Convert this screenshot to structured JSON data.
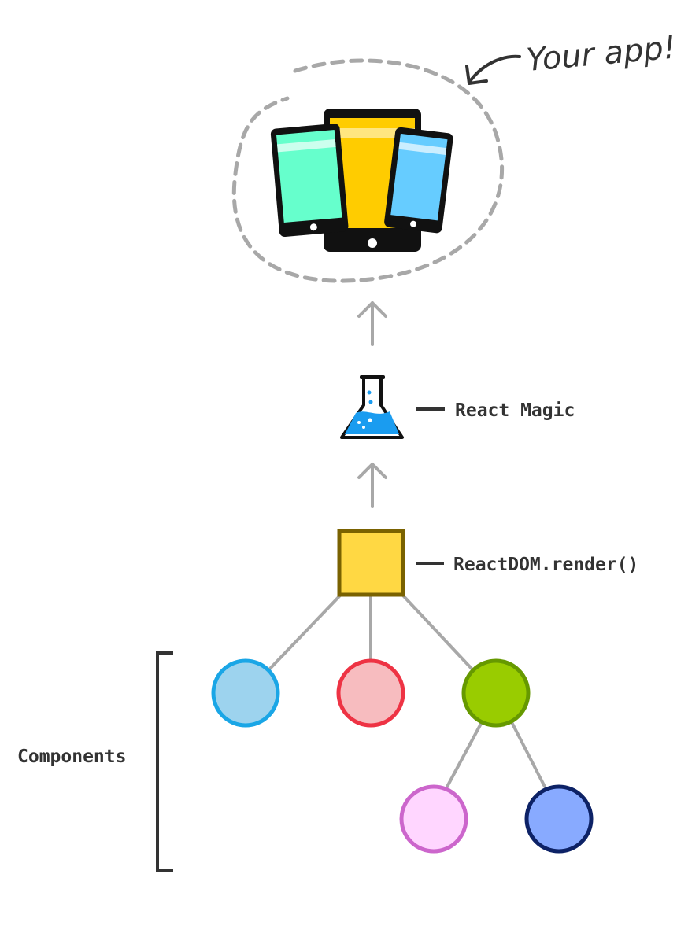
{
  "labels": {
    "your_app": "Your app!",
    "react_magic": "React Magic",
    "render_call": "ReactDOM.render()",
    "components": "Components"
  },
  "icons": {
    "app": "devices-icon",
    "magic": "flask-icon",
    "root": "root-square",
    "arrow": "up-arrow-icon"
  },
  "colors": {
    "dashed_outline": "#a8a8a8",
    "connector": "#a8a8a8",
    "text": "#333333",
    "root_fill": "#ffd843",
    "root_stroke": "#7a6200",
    "phone_left_screen": "#66ffcc",
    "tablet_screen": "#ffcc00",
    "phone_right_screen": "#66ccff",
    "flask_liquid": "#1a9cf0"
  },
  "component_nodes": [
    {
      "id": "blue",
      "fill": "#9dd3ee",
      "stroke": "#1aa6e6"
    },
    {
      "id": "red",
      "fill": "#f7bcbf",
      "stroke": "#ee3344"
    },
    {
      "id": "green",
      "fill": "#99cc00",
      "stroke": "#669900"
    },
    {
      "id": "pink",
      "fill": "#ffd6ff",
      "stroke": "#cc66cc"
    },
    {
      "id": "navy",
      "fill": "#88aaff",
      "stroke": "#0d2266"
    }
  ]
}
